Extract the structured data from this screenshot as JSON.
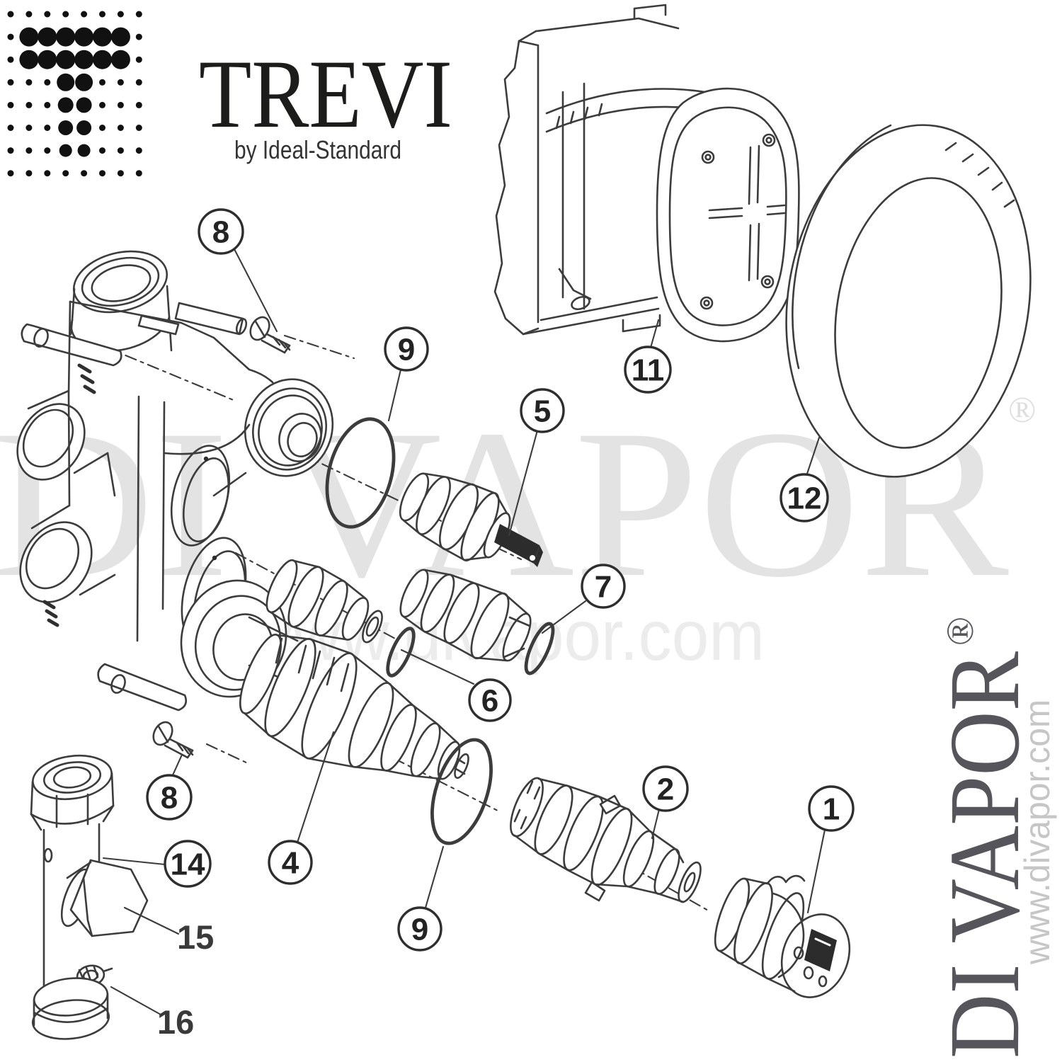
{
  "brand": {
    "name": "TREVI",
    "byline": "by Ideal-Standard"
  },
  "watermarks": {
    "large_text": "DI VAPOR",
    "large_registered": "®",
    "url_text": "www.divapor.com",
    "vertical_text": "DI VAPOR",
    "vertical_registered": "®",
    "vertical_url": "www.divapor.com"
  },
  "callouts": [
    {
      "label": "8"
    },
    {
      "label": "9"
    },
    {
      "label": "5"
    },
    {
      "label": "11"
    },
    {
      "label": "12"
    },
    {
      "label": "7"
    },
    {
      "label": "6"
    },
    {
      "label": "8"
    },
    {
      "label": "4"
    },
    {
      "label": "9"
    },
    {
      "label": "2"
    },
    {
      "label": "1"
    },
    {
      "label": "14"
    }
  ],
  "part_labels": [
    {
      "label": "15"
    },
    {
      "label": "16"
    }
  ],
  "colors": {
    "line": "#3c3c3c",
    "callout_stroke": "#2e2e2e",
    "watermark_light": "#e3e3e3",
    "watermark_dark": "#55555b",
    "logo_ink": "#1c1c1a"
  }
}
